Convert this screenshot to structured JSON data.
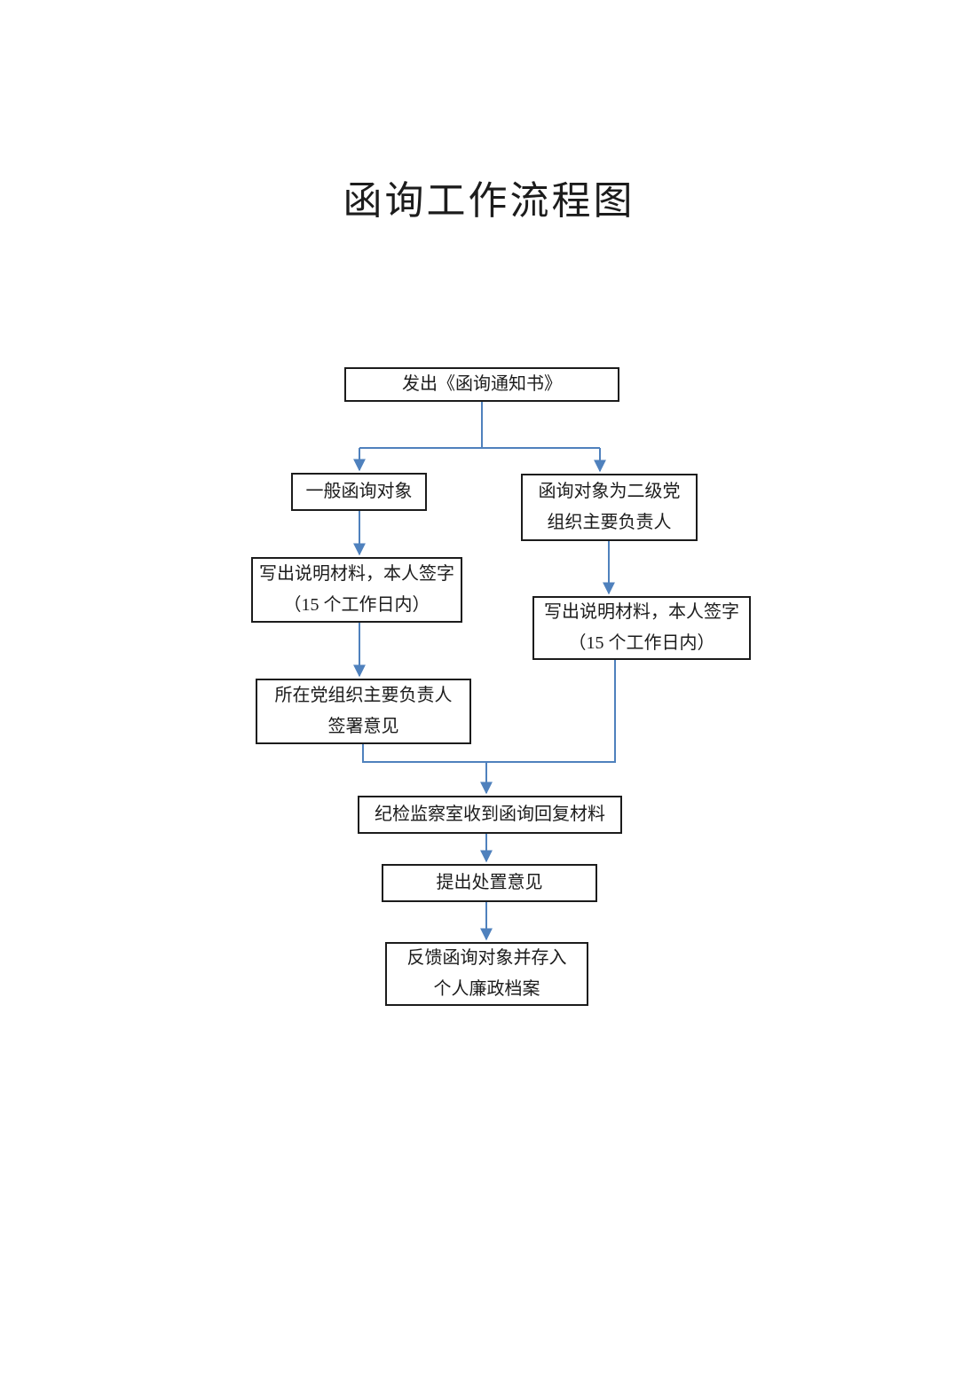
{
  "title": "函询工作流程图",
  "colors": {
    "connector": "#4f81bd",
    "box-border": "#1c1c1c",
    "text": "#1c1c1c",
    "bg": "#ffffff"
  },
  "nodes": {
    "issue_notice": {
      "label": "发出《函询通知书》"
    },
    "general_target": {
      "label": "一般函询对象"
    },
    "secondary_target": {
      "line1": "函询对象为二级党",
      "line2": "组织主要负责人"
    },
    "write_material_left": {
      "line1": "写出说明材料，本人签字",
      "line2": "（15 个工作日内）"
    },
    "write_material_right": {
      "line1": "写出说明材料，本人签字",
      "line2": "（15 个工作日内）"
    },
    "org_leader_sign": {
      "line1": "所在党组织主要负责人",
      "line2": "签署意见"
    },
    "receive_reply": {
      "label": "纪检监察室收到函询回复材料"
    },
    "propose_action": {
      "label": "提出处置意见"
    },
    "feedback_archive": {
      "line1": "反馈函询对象并存入",
      "line2": "个人廉政档案"
    }
  }
}
